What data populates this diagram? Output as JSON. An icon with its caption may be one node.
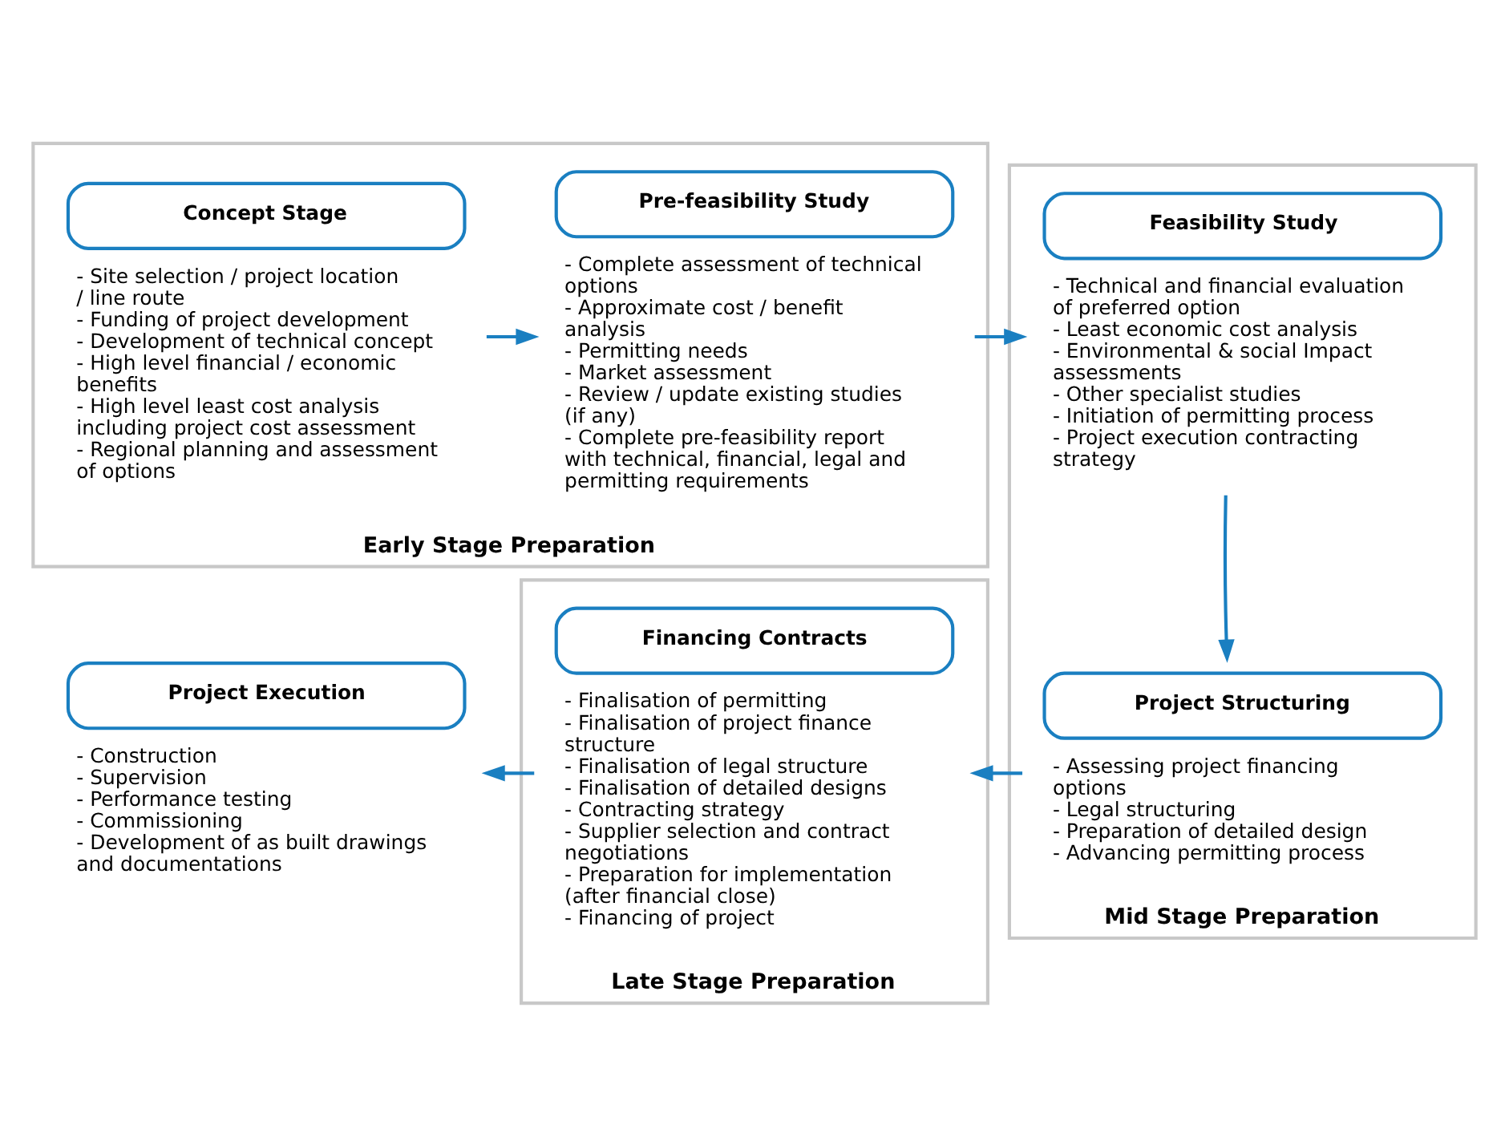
{
  "diagram": {
    "nodes": [
      {
        "text": [
          "Early Stage Preparation"
        ]
      },
      {
        "text": [
          "Concept Stage"
        ],
        "in": 0,
        "beside": [
          "- Site selection / project location / line route",
          "- Funding of project development",
          "- Development of technical concept",
          "- High level financial / economic benefits",
          "- High level least cost analysis including project cost assessment",
          "- Regional planning and assessment of options"
        ]
      },
      {
        "text": [
          "Pre-feasibility Study"
        ],
        "in": 0,
        "beside": [
          "- Complete assessment of technical options",
          "- Approximate cost / benefit analysis",
          "- Permitting needs",
          "- Market assessment",
          "- Review / update existing studies (if any)",
          "- Complete pre-feasibility report with technical, financial, legal and permitting requirements"
        ]
      },
      {
        "text": [
          "Mid Stage Preparation"
        ]
      },
      {
        "text": [
          "Feasibility Study"
        ],
        "in": 3,
        "beside": [
          "- Technical and financial evaluation of preferred option",
          "- Least economic cost analysis",
          "- Environmental & social Impact assessments",
          "- Other specialist studies",
          "- Initiation of permitting process",
          "- Project execution contracting strategy"
        ]
      },
      {
        "text": [
          "Project Structuring"
        ],
        "in": 3,
        "beside": [
          "- Assessing project financing options",
          "- Legal structuring",
          "- Preparation of detailed design",
          "- Advancing permitting process"
        ]
      },
      {
        "text": [
          "Late Stage Preparation"
        ]
      },
      {
        "text": [
          "Financing Contracts"
        ],
        "in": 6,
        "beside": [
          "- Finalisation of permitting",
          "- Finalisation of project finance structure",
          "- Finalisation of legal structure",
          "- Finalisation of detailed designs",
          "- Contracting strategy",
          "- Supplier selection and contract negotiations",
          "- Preparation for implementation (after financial close)",
          "- Financing of project"
        ]
      },
      {
        "text": [
          "Project Execution"
        ],
        "beside": [
          "- Construction",
          "- Supervision",
          "- Performance testing",
          "- Commissioning",
          "- Development of as built drawings and documentations"
        ]
      }
    ],
    "edges": [
      {
        "from": 1,
        "to": 2,
        "arrow": "to"
      },
      {
        "from": 2,
        "to": 4,
        "arrow": "to"
      },
      {
        "from": 4,
        "to": 5,
        "arrow": "to"
      },
      {
        "from": 5,
        "to": 7,
        "arrow": "to"
      },
      {
        "from": 7,
        "to": 8,
        "arrow": "to"
      }
    ]
  }
}
